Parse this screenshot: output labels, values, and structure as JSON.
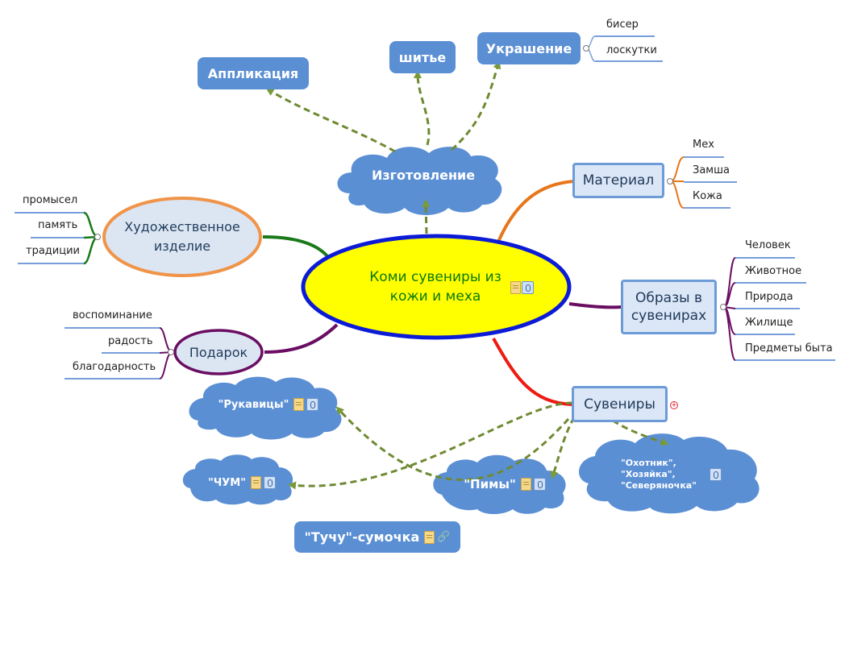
{
  "central": {
    "line1": "Коми сувениры из",
    "line2": "кожи и меха"
  },
  "manufacture": {
    "label": "Изготовление",
    "children": [
      "Аппликация",
      "шитье",
      "Украшение"
    ],
    "decoration_items": [
      "бисер",
      "лоскутки"
    ]
  },
  "material": {
    "label": "Материал",
    "items": [
      "Мех",
      "Замша",
      "Кожа"
    ]
  },
  "images": {
    "line1": "Образы в",
    "line2": "сувенирах",
    "items": [
      "Человек",
      "Животное",
      "Природа",
      "Жилище",
      "Предметы быта"
    ]
  },
  "souvenirs": {
    "label": "Сувениры",
    "items": {
      "mittens": "\"Рукавицы\"",
      "chum": "\"ЧУМ\"",
      "pimy": "\"Пимы\"",
      "characters": [
        "\"Охотник\",",
        "\"Хозяйка\",",
        "\"Северяночка\""
      ],
      "bag": "\"Тучу\"-сумочка"
    }
  },
  "art": {
    "line1": "Художественное",
    "line2": "изделие",
    "items": [
      "промысел",
      "память",
      "традиции"
    ]
  },
  "gift": {
    "label": "Подарок",
    "items": [
      "воспоминание",
      "радость",
      "благодарность"
    ]
  },
  "colors": {
    "central_fill": "#ffff00",
    "central_border": "#0b1bd6",
    "central_text": "#0b7a0b",
    "node_blue": "#5b8fd4",
    "orange": "#e7761b",
    "purple": "#6a0e63",
    "green": "#1a7a1a",
    "red": "#ee1b12",
    "dashed_olive": "#6f8a32"
  }
}
